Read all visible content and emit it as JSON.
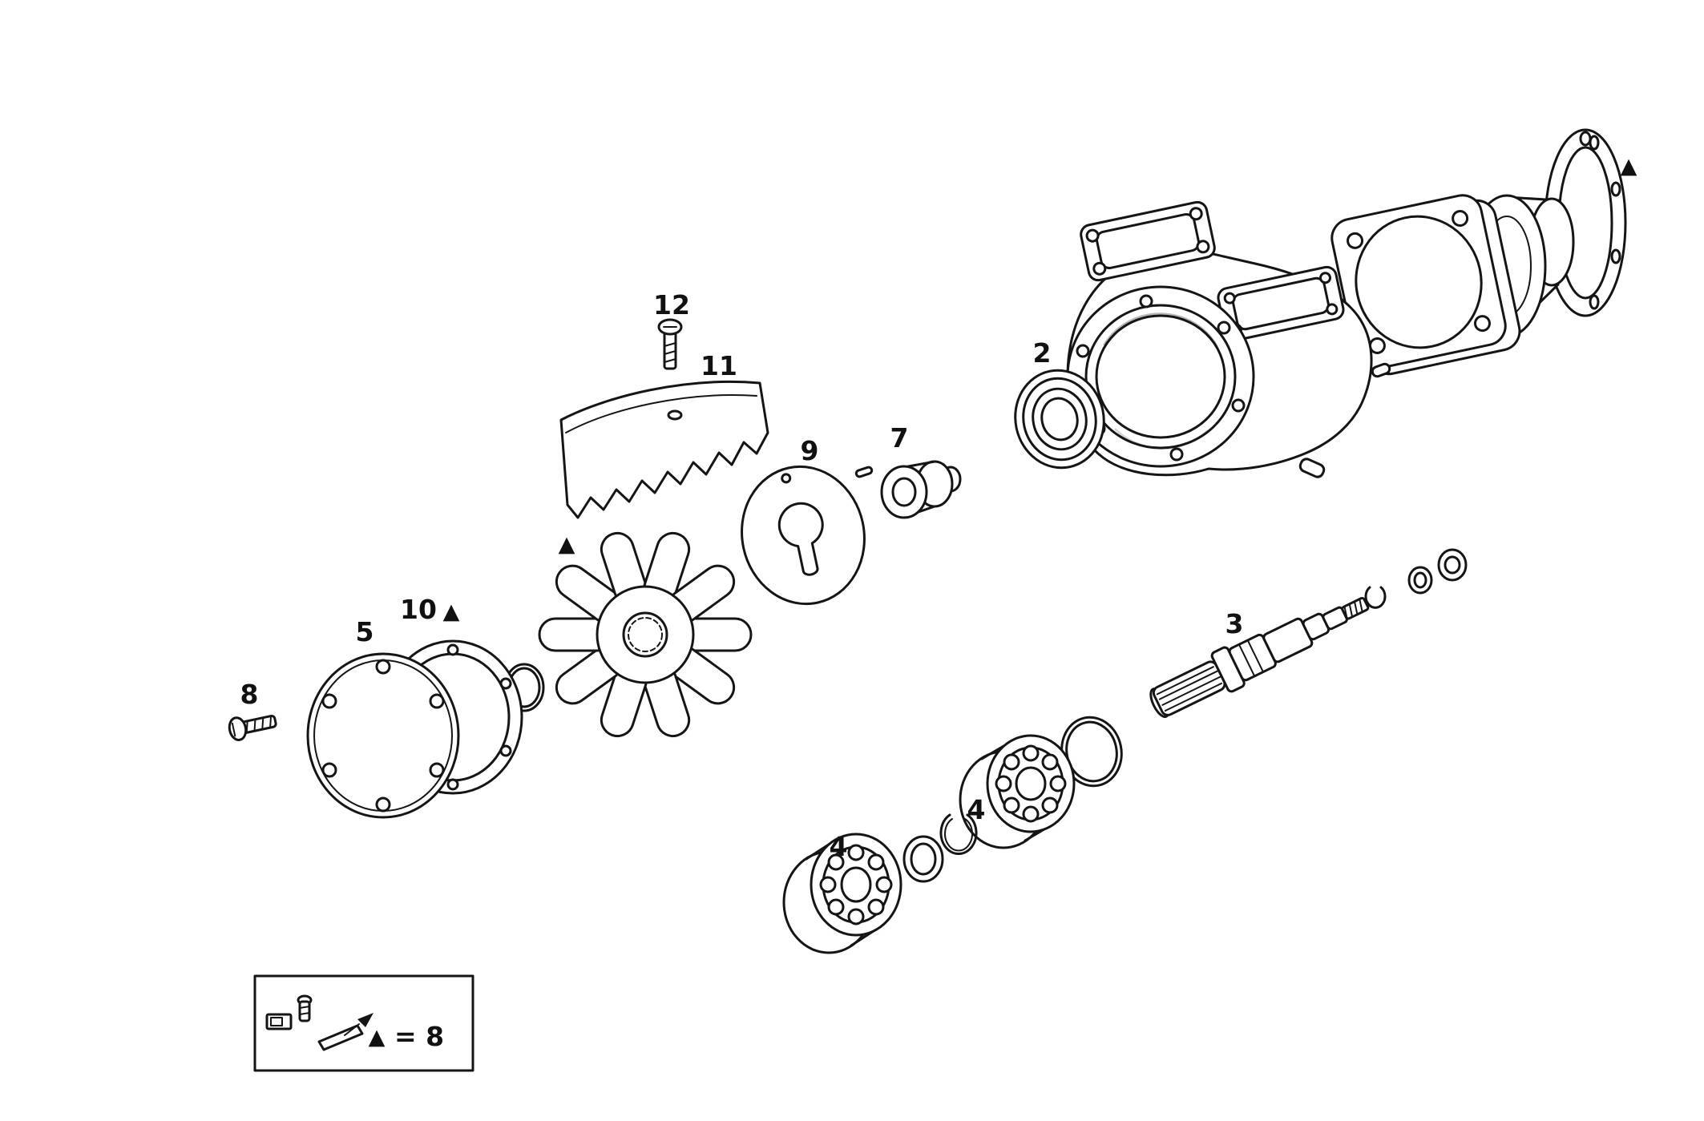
{
  "document": {
    "type": "exploded-parts-diagram",
    "background": "#ffffff",
    "line_color": "#151515"
  },
  "callouts": {
    "part_2": "2",
    "part_3": "3",
    "part_4_upper": "4",
    "part_4_lower": "4",
    "part_5": "5",
    "part_7": "7",
    "part_8": "8",
    "part_9": "9",
    "part_10": "10",
    "part_11": "11",
    "part_12": "12"
  },
  "symbols": {
    "triangle": "▲"
  },
  "legend": {
    "symbol": "▲",
    "equation": "= 8"
  }
}
